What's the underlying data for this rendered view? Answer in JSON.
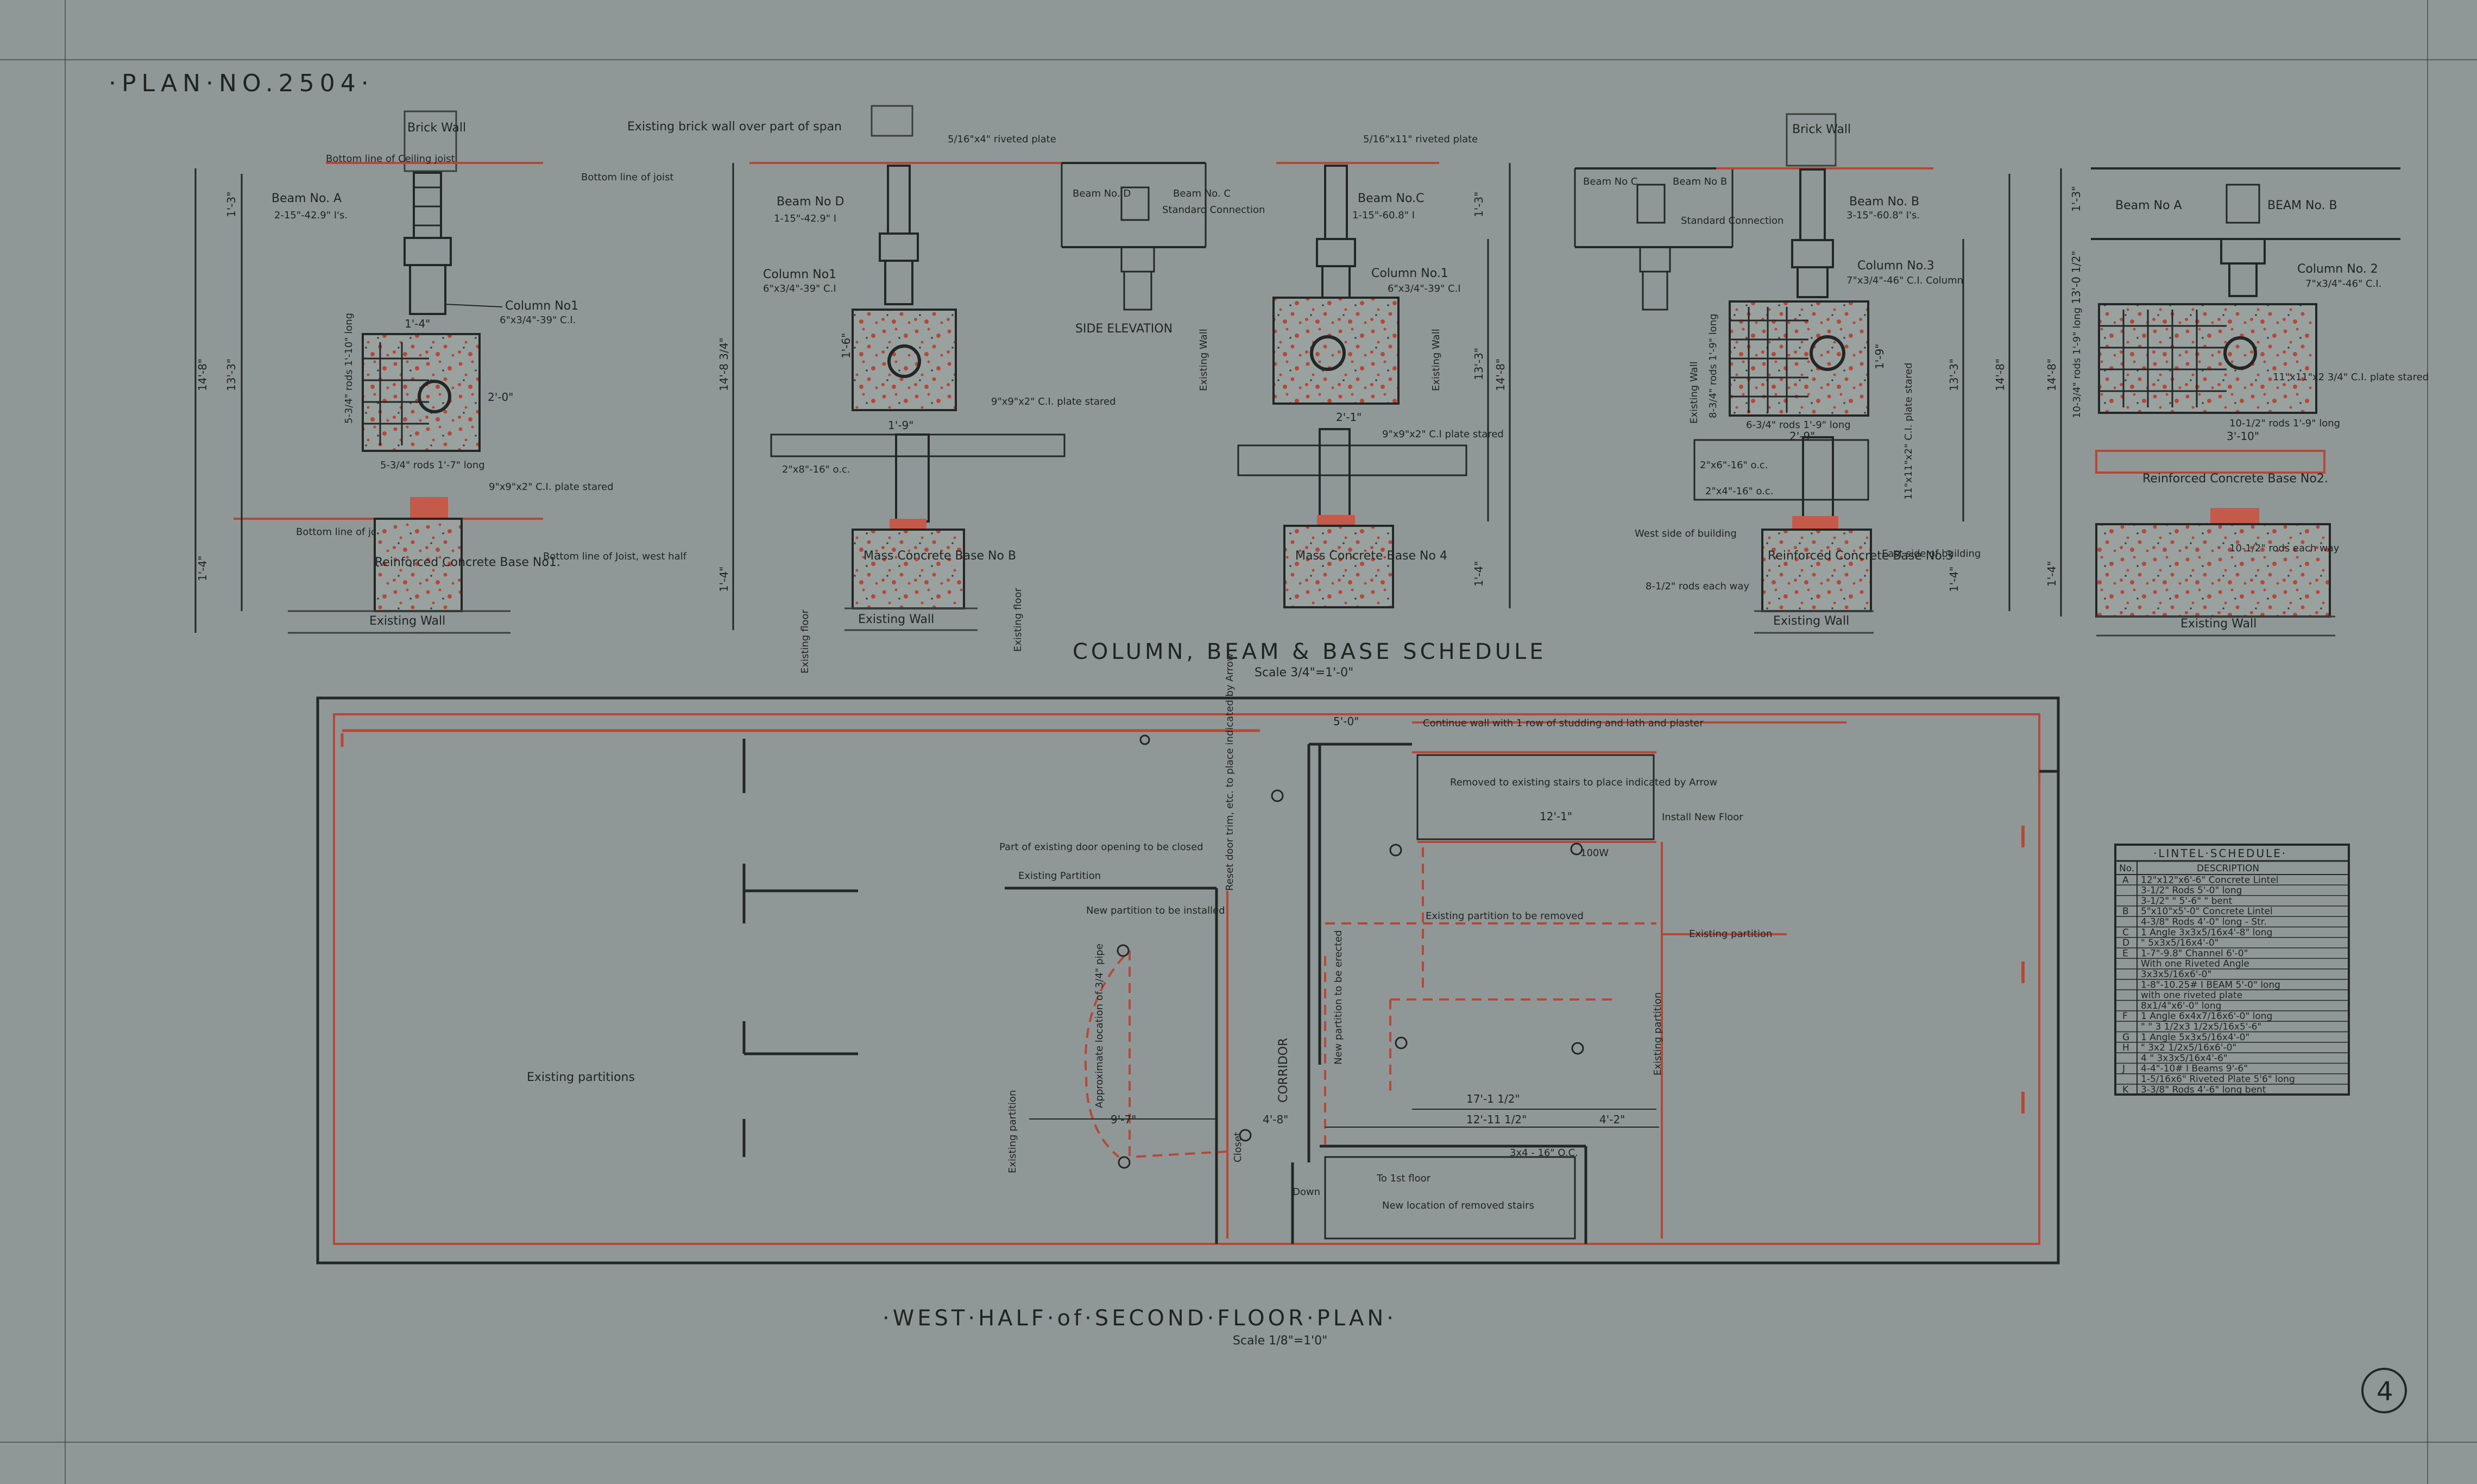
{
  "plan_number": "·PLAN·NO.2504·",
  "sheet_number": "4",
  "schedule": {
    "title": "COLUMN, BEAM & BASE SCHEDULE",
    "scale": "Scale 3/4\"=1'-0\""
  },
  "floor_plan": {
    "title": "·WEST·HALF·of·SECOND·FLOOR·PLAN·",
    "scale": "Scale 1/8\"=1'0\""
  },
  "details": {
    "d1": {
      "brick_wall": "Brick Wall",
      "ceiling": "Bottom line of Ceiling joist",
      "beam": "Beam No. A",
      "beam_size": "2-15\"-42.9\" I's.",
      "column": "Column No1",
      "column_size": "6\"x3/4\"-39\" C.I.",
      "rods": "5-3/4\" rods 1'-10\" long",
      "rods2": "5-3/4\" rods 1'-7\" long",
      "plate": "9\"x9\"x2\" C.I. plate stared",
      "joist": "Bottom line of joist",
      "base": "Reinforced Concrete Base No1.",
      "joist_west": "Bottom line of Joist, west half",
      "wall": "Existing Wall",
      "dim_total": "14'-8\"",
      "dim_upper": "13'-3\"",
      "dim_beam": "1'-3\"",
      "dim_base": "1'-4\"",
      "dim_w": "1'-4\"",
      "dim_h": "2'-0\""
    },
    "d2": {
      "existing_brick": "Existing brick wall over part of span",
      "joist": "Bottom line of joist",
      "beam": "Beam No D",
      "beam_size": "1-15\"-42.9\" I",
      "column": "Column No1",
      "column_size": "6\"x3/4\"-39\" C.I",
      "plate": "9\"x9\"x2\" C.I. plate stared",
      "joists_oc": "2\"x8\"-16\" o.c.",
      "base": "Mass Concrete Base No B",
      "floor1": "Existing floor",
      "floor2": "Existing floor",
      "wall": "Existing Wall",
      "dim_total": "14'-8 3/4\"",
      "dim_w": "1'-9\"",
      "dim_h": "1'-6\"",
      "dim_base": "1'-4\""
    },
    "d3": {
      "riveted": "5/16\"x4\" riveted plate",
      "beam_d": "Beam No. D",
      "beam_c": "Beam No. C",
      "connection": "Standard Connection",
      "side_elev": "SIDE ELEVATION"
    },
    "d4": {
      "riveted": "5/16\"x11\" riveted plate",
      "beam": "Beam No.C",
      "beam_size": "1-15\"-60.8\" I",
      "column": "Column No.1",
      "column_size": "6\"x3/4\"-39\" C.I",
      "wall_l": "Existing Wall",
      "wall_r": "Existing Wall",
      "plate": "9\"x9\"x2\" C.I plate stared",
      "base": "Mass Concrete Base No 4",
      "dim_total": "14'-8\"",
      "dim_upper": "13'-3\"",
      "dim_beam": "1'-3\"",
      "dim_w": "2'-1\"",
      "dim_base": "1'-4\""
    },
    "d5": {
      "beam_c": "Beam No C",
      "beam_b": "Beam No B",
      "connection": "Standard Connection"
    },
    "d6": {
      "brick_wall": "Brick Wall",
      "beam": "Beam No. B",
      "beam_size": "3-15\"-60.8\" I's.",
      "column": "Column No.3",
      "column_size": "7\"x3/4\"-46\" C.I. Column",
      "wall": "Existing Wall",
      "rods": "8-3/4\" rods 1'-9\" long",
      "rods2": "6-3/4\" rods 1'-9\" long",
      "plate": "11\"x11\"x2\" C.I. plate stared",
      "joists_oc": "2\"x6\"-16\" o.c.",
      "joists_oc2": "2\"x4\"-16\" o.c.",
      "west": "West side of building",
      "east": "East side of building",
      "base": "Reinforced Concrete Base No.3",
      "rods_each": "8-1/2\" rods each way",
      "wall_b": "Existing Wall",
      "dim_total": "14'-8\"",
      "dim_upper": "13'-3\"",
      "dim_w": "2'-9\"",
      "dim_h": "1'-9\"",
      "dim_base": "1'-4\""
    },
    "d7": {
      "beam_a": "Beam No A",
      "beam_b": "BEAM No. B",
      "column": "Column No. 2",
      "column_size": "7\"x3/4\"-46\" C.I.",
      "rods": "10-3/4\" rods 1'-9\" long",
      "plate": "11\"x11\"x2 3/4\" C.I. plate stared",
      "rods2": "10-1/2\" rods 1'-9\" long",
      "base": "Reinforced Concrete Base No2.",
      "rods_each": "10-1/2\" rods each way",
      "wall": "Existing Wall",
      "dim_total": "14'-8\"",
      "dim_upper": "13'-0 1/2\"",
      "dim_w": "3'-10\"",
      "dim_beam": "1'-3\"",
      "dim_base": "1'-4\""
    }
  },
  "plan_notes": {
    "continue_wall": "Continue wall with 1 row of studding and lath and plaster",
    "dim_top": "5'-0\"",
    "removed_stairs": "Removed to existing stairs to place indicated by Arrow",
    "install_floor": "Install New Floor",
    "door_opening": "Part of existing door opening to be closed",
    "existing_partition": "Existing Partition",
    "existing_removed": "Existing partition to be removed",
    "new_partition": "New partition to be installed",
    "new_partition_erect": "New partition to be erected",
    "reset_door": "Reset door trim, etc. to place indicated by Arrow",
    "existing_partition_r": "Existing partition",
    "existing_partitions": "Existing partitions",
    "existing_partition_side": "Existing partition",
    "existing_partition_left": "Existing partition",
    "corridor": "CORRIDOR",
    "approx_loc": "Approximate location of 3/4\" pipe",
    "new_stairs": "New location of removed stairs",
    "closet": "Closet",
    "down": "Down",
    "dim_17": "17'-1 1/2\"",
    "dim_12": "12'-11 1/2\"",
    "dim_4": "4'-2\"",
    "dim_9": "9'-7\"",
    "dim_4b": "4'-8\"",
    "dim_12b": "12'-1\"",
    "lamp_100w": "100W",
    "first_floor": "To 1st floor",
    "stairs_note": "3x4 - 16\" O.C."
  },
  "lintel_schedule": {
    "title": "·LINTEL·SCHEDULE·",
    "headers": [
      "No.",
      "DESCRIPTION"
    ],
    "rows": [
      [
        "A",
        "12\"x12\"x6'-6\" Concrete Lintel"
      ],
      [
        "",
        "3-1/2\" Rods 5'-0\" long"
      ],
      [
        "",
        "3-1/2\"  \"  5'-6\" \" bent"
      ],
      [
        "B",
        "5\"x10\"x5'-0\" Concrete Lintel"
      ],
      [
        "",
        "4-3/8\" Rods 4'-0\" long - Str."
      ],
      [
        "C",
        "1 Angle 3x3x5/16x4'-8\" long"
      ],
      [
        "D",
        "\"  5x3x5/16x4'-0\""
      ],
      [
        "E",
        "1-7\"-9.8\" Channel 6'-0\""
      ],
      [
        "",
        "With one Riveted Angle"
      ],
      [
        "",
        "3x3x5/16x6'-0\""
      ],
      [
        "",
        "1-8\"-10.25# I BEAM 5'-0\" long"
      ],
      [
        "",
        "with one riveted plate"
      ],
      [
        "",
        "8x1/4\"x6'-0\" long"
      ],
      [
        "F",
        "1 Angle 6x4x7/16x6'-0\" long"
      ],
      [
        "",
        "\"  \"  3 1/2x3 1/2x5/16x5'-6\""
      ],
      [
        "G",
        "1 Angle 5x3x5/16x4'-0\""
      ],
      [
        "H",
        "\"  3x2 1/2x5/16x6'-0\""
      ],
      [
        "",
        "4  \"  3x3x5/16x4'-6\""
      ],
      [
        "J",
        "4-4\"-10# I Beams 9'-6\""
      ],
      [
        "",
        "1-5/16x6\" Riveted Plate 5'6\" long"
      ],
      [
        "K",
        "3-3/8\" Rods 4'-6\" long bent"
      ]
    ]
  }
}
